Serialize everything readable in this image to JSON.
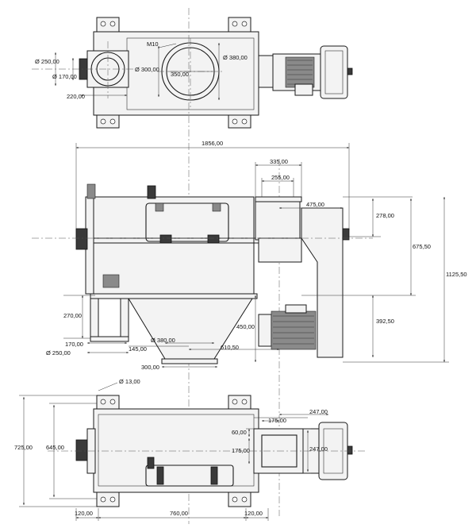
{
  "top_view": {
    "thread_label": "M10",
    "dim_250_dia": "Ø 250,00",
    "dim_170_dia": "Ø 170,00",
    "dim_220": "220,00",
    "dim_300_dia": "Ø 300,00",
    "dim_350": "350,00",
    "dim_380_dia": "Ø 380,00"
  },
  "front_view": {
    "dim_1856": "1856,00",
    "dim_335": "335,00",
    "dim_255": "255,00",
    "dim_475": "475,00",
    "dim_278": "278,00",
    "dim_675_5": "675,50",
    "dim_1125_5": "1125,50",
    "dim_392_5": "392,50",
    "dim_450": "450,00",
    "dim_270": "270,00",
    "dim_170": "170,00",
    "dim_250_dia": "Ø 250,00",
    "dim_145": "145,00",
    "dim_380_dia": "Ø 380,00",
    "dim_610_5": "610,50",
    "dim_300": "300,00"
  },
  "bottom_view": {
    "dim_13_dia": "Ø 13,00",
    "dim_725": "725,00",
    "dim_645": "645,00",
    "dim_175_a": "175,00",
    "dim_247_a": "247,00",
    "dim_60": "60,00",
    "dim_175_b": "175,00",
    "dim_247_b": "247,00",
    "dim_120_left": "120,00",
    "dim_760": "760,00",
    "dim_120_right": "120,00"
  }
}
